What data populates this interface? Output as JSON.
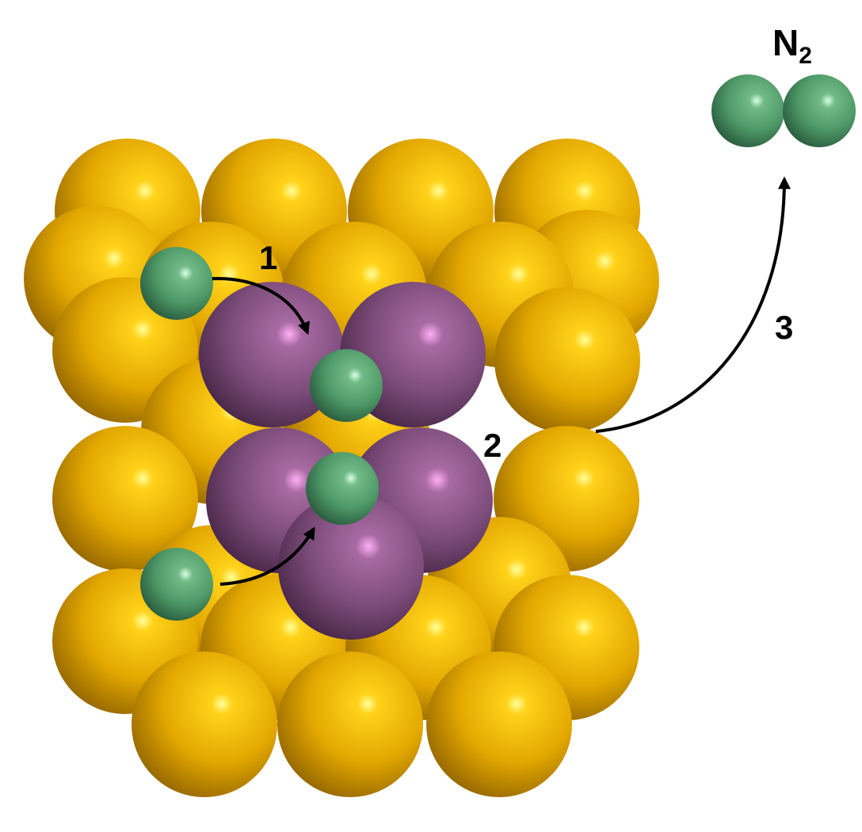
{
  "labels": {
    "step1": "1",
    "step2": "2",
    "step3": "3",
    "molecule_main": "N",
    "molecule_sub": "2"
  },
  "colors": {
    "gold": "#e0a900",
    "purple": "#7a4a78",
    "green": "#4f9a68",
    "arrow": "#000000"
  }
}
